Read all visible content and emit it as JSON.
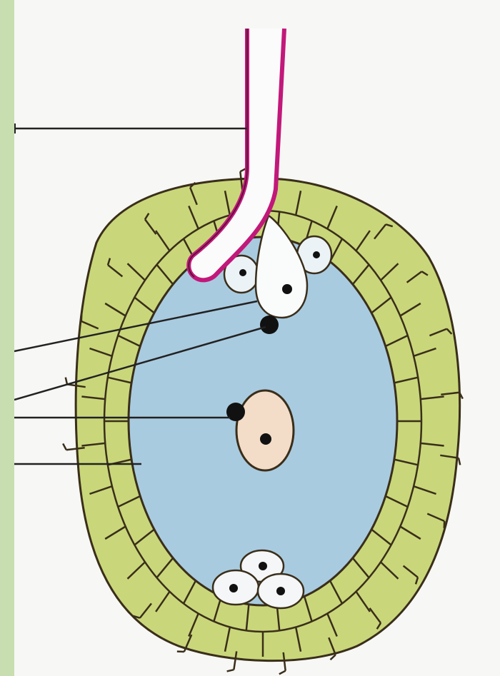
{
  "figure": {
    "colors": {
      "frame": "#c8ddb0",
      "background": "#f7f7f5",
      "cell_fill": "#c9d77a",
      "cell_outline": "#3a2e1a",
      "cavity": "#a9cbe0",
      "pollen_tube": "#c2187a",
      "nucleus": "#111111",
      "central_cell": "#f3ddc8"
    },
    "parts": [
      "pollen-tube",
      "synergid-cell",
      "egg-cell",
      "polar-nuclei",
      "central-cell",
      "antipodal-cells",
      "embryo-sac",
      "nucellus"
    ],
    "labels": []
  }
}
